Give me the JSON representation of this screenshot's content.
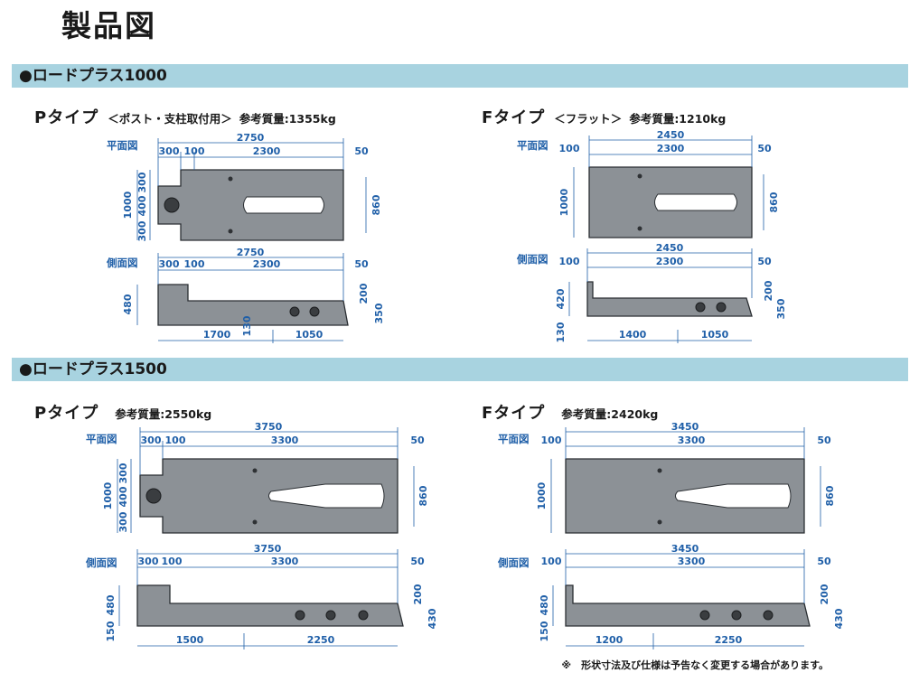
{
  "page_title": "製品図",
  "footnote": "※　形状寸法及び仕様は予告なく変更する場合があります。",
  "sections": [
    {
      "title": "●ロードプラス1000",
      "types": [
        {
          "name": "Pタイプ",
          "note": "＜ポスト・支柱取付用＞",
          "weight": "参考質量:1355kg",
          "plan_label": "平面図",
          "side_label": "側面図",
          "plan": {
            "total": "2750",
            "a": "300",
            "b": "100",
            "mid": "2300",
            "end": "50",
            "h_total": "1000",
            "h_top": "300",
            "h_mid": "400",
            "h_bot": "300",
            "slot_h": "860"
          },
          "side": {
            "total": "2750",
            "a": "300",
            "b": "100",
            "mid": "2300",
            "end": "50",
            "height": "480",
            "step": "200",
            "low": "350",
            "foot": "130",
            "base_left": "1700",
            "base_right": "1050"
          }
        },
        {
          "name": "Fタイプ",
          "note": "＜フラット＞",
          "weight": "参考質量:1210kg",
          "plan_label": "平面図",
          "side_label": "側面図",
          "plan": {
            "total": "2450",
            "b": "100",
            "mid": "2300",
            "end": "50",
            "h_total": "1000",
            "slot_h": "860"
          },
          "side": {
            "total": "2450",
            "b": "100",
            "mid": "2300",
            "end": "50",
            "height": "420",
            "step": "200",
            "low": "350",
            "foot": "130",
            "base_left": "1400",
            "base_right": "1050"
          }
        }
      ]
    },
    {
      "title": "●ロードプラス1500",
      "types": [
        {
          "name": "Pタイプ",
          "note": "",
          "weight": "参考質量:2550kg",
          "plan_label": "平面図",
          "side_label": "側面図",
          "plan": {
            "total": "3750",
            "a": "300",
            "b": "100",
            "mid": "3300",
            "end": "50",
            "h_total": "1000",
            "h_top": "300",
            "h_mid": "400",
            "h_bot": "300",
            "slot_h": "860"
          },
          "side": {
            "total": "3750",
            "a": "300",
            "b": "100",
            "mid": "3300",
            "end": "50",
            "height": "480",
            "step": "200",
            "low": "430",
            "foot": "150",
            "base_left": "1500",
            "base_right": "2250"
          }
        },
        {
          "name": "Fタイプ",
          "note": "",
          "weight": "参考質量:2420kg",
          "plan_label": "平面図",
          "side_label": "側面図",
          "plan": {
            "total": "3450",
            "b": "100",
            "mid": "3300",
            "end": "50",
            "h_total": "1000",
            "slot_h": "860"
          },
          "side": {
            "total": "3450",
            "b": "100",
            "mid": "3300",
            "end": "50",
            "height": "480",
            "step": "200",
            "low": "430",
            "foot": "150",
            "base_left": "1200",
            "base_right": "2250"
          }
        }
      ]
    }
  ]
}
